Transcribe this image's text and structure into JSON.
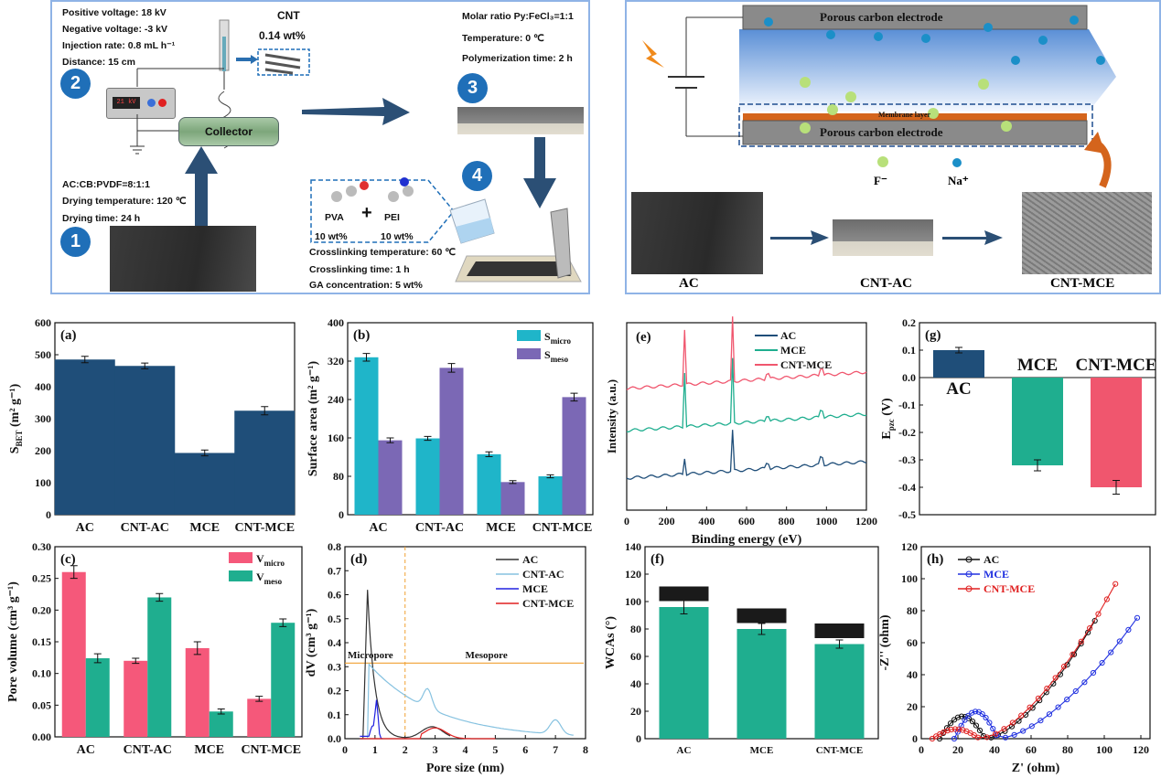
{
  "schematic_left": {
    "params_electrospin": [
      "Positive voltage: 18 kV",
      "Negative voltage: -3 kV",
      "Injection rate: 0.8 mL h⁻¹",
      "Distance: 15 cm"
    ],
    "cnt_label": "CNT",
    "cnt_wt": "0.14 wt%",
    "device_readout": "21 kV",
    "collector": "Collector",
    "params_slurry": [
      "AC:CB:PVDF=8:1:1",
      "Drying temperature: 120 ℃",
      "Drying time: 24 h"
    ],
    "params_polymer": [
      "Molar ratio Py:FeCl₃=1:1",
      "Temperature: 0 ℃",
      "Polymerization time: 2 h"
    ],
    "pva": "PVA",
    "pei": "PEI",
    "plus": "+",
    "pva_wt": "10 wt%",
    "pei_wt": "10 wt%",
    "params_crosslink": [
      "Crosslinking temperature: 60 ℃",
      "Crosslinking time: 1 h",
      "GA concentration: 5 wt%"
    ],
    "steps": [
      "1",
      "2",
      "3",
      "4"
    ]
  },
  "schematic_right": {
    "top_electrode": "Porous carbon electrode",
    "bottom_electrode": "Porous carbon electrode",
    "membrane": "Membrane layer",
    "anion": "F⁻",
    "cation": "Na⁺",
    "labels": [
      "AC",
      "CNT-AC",
      "CNT-MCE"
    ]
  },
  "chart_data": [
    {
      "id": "a",
      "panel_label": "(a)",
      "type": "bar",
      "categories": [
        "AC",
        "CNT-AC",
        "MCE",
        "CNT-MCE"
      ],
      "values": [
        485,
        465,
        193,
        325
      ],
      "errors": [
        10,
        9,
        9,
        13
      ],
      "ylabel": "S_BET (m² g⁻¹)",
      "ylim": [
        0,
        600
      ],
      "yticks": [
        "0",
        "100",
        "200",
        "300",
        "400",
        "500",
        "600"
      ],
      "color": "#1f4e79"
    },
    {
      "id": "b",
      "panel_label": "(b)",
      "type": "bar",
      "categories": [
        "AC",
        "CNT-AC",
        "MCE",
        "CNT-MCE"
      ],
      "series": [
        {
          "name": "S_micro",
          "values": [
            328,
            159,
            126,
            80
          ],
          "color": "#1fb5c9"
        },
        {
          "name": "S_meso",
          "values": [
            155,
            306,
            68,
            245
          ],
          "color": "#7b68b5"
        }
      ],
      "errors": [
        [
          8,
          4,
          5,
          3
        ],
        [
          5,
          9,
          3,
          8
        ]
      ],
      "ylabel": "Surface area (m² g⁻¹)",
      "ylim": [
        0,
        400
      ],
      "yticks": [
        "0",
        "80",
        "160",
        "240",
        "320",
        "400"
      ]
    },
    {
      "id": "e",
      "panel_label": "(e)",
      "type": "line",
      "series": [
        {
          "name": "AC",
          "color": "#1f4e79"
        },
        {
          "name": "MCE",
          "color": "#1fae8f"
        },
        {
          "name": "CNT-MCE",
          "color": "#f0566e"
        }
      ],
      "xlabel": "Binding energy (eV)",
      "ylabel": "Intensity (a.u.)",
      "xlim": [
        0,
        1200
      ],
      "xticks": [
        "0",
        "200",
        "400",
        "600",
        "800",
        "1000",
        "1200"
      ]
    },
    {
      "id": "g",
      "panel_label": "(g)",
      "type": "bar",
      "categories": [
        "AC",
        "MCE",
        "CNT-MCE"
      ],
      "values": [
        0.1,
        -0.32,
        -0.4
      ],
      "errors": [
        0.01,
        0.02,
        0.025
      ],
      "colors": [
        "#1f4e79",
        "#1fae8f",
        "#f0566e"
      ],
      "ylabel": "E_pzc (V)",
      "ylim": [
        -0.5,
        0.2
      ],
      "yticks": [
        "0.2",
        "0.1",
        "0.0",
        "-0.1",
        "-0.2",
        "-0.3",
        "-0.4",
        "-0.5"
      ]
    },
    {
      "id": "c",
      "panel_label": "(c)",
      "type": "bar",
      "categories": [
        "AC",
        "CNT-AC",
        "MCE",
        "CNT-MCE"
      ],
      "series": [
        {
          "name": "V_micro",
          "values": [
            0.26,
            0.12,
            0.14,
            0.06
          ],
          "color": "#f5587a"
        },
        {
          "name": "V_meso",
          "values": [
            0.124,
            0.22,
            0.04,
            0.18
          ],
          "color": "#1fae8f"
        }
      ],
      "errors": [
        [
          0.01,
          0.004,
          0.01,
          0.004
        ],
        [
          0.007,
          0.006,
          0.004,
          0.006
        ]
      ],
      "ylabel": "Pore volume (cm³ g⁻¹)",
      "ylim": [
        0,
        0.3
      ],
      "yticks": [
        "0.00",
        "0.05",
        "0.10",
        "0.15",
        "0.20",
        "0.25",
        "0.30"
      ]
    },
    {
      "id": "d",
      "panel_label": "(d)",
      "type": "line",
      "series": [
        {
          "name": "AC",
          "color": "#333333"
        },
        {
          "name": "CNT-AC",
          "color": "#86c2e0"
        },
        {
          "name": "MCE",
          "color": "#2020e0"
        },
        {
          "name": "CNT-MCE",
          "color": "#e02020"
        }
      ],
      "xlabel": "Pore size (nm)",
      "ylabel": "dV (cm³ g⁻¹)",
      "xlim": [
        0,
        8
      ],
      "ylim": [
        0,
        0.8
      ],
      "xticks": [
        "0",
        "1",
        "2",
        "3",
        "4",
        "5",
        "6",
        "7",
        "8"
      ],
      "yticks": [
        "0.0",
        "0.1",
        "0.2",
        "0.3",
        "0.4",
        "0.5",
        "0.6",
        "0.7",
        "0.8"
      ],
      "annotations": [
        "Micropore",
        "Mesopore"
      ]
    },
    {
      "id": "f",
      "panel_label": "(f)",
      "type": "bar",
      "categories": [
        "AC",
        "MCE",
        "CNT-MCE"
      ],
      "values": [
        96,
        80,
        69
      ],
      "errors": [
        5,
        4,
        3
      ],
      "color": "#1fae8f",
      "ylabel": "WCAs (°)",
      "ylim": [
        0,
        140
      ],
      "yticks": [
        "0",
        "20",
        "40",
        "60",
        "80",
        "100",
        "120",
        "140"
      ]
    },
    {
      "id": "h",
      "panel_label": "(h)",
      "type": "line",
      "series": [
        {
          "name": "AC",
          "color": "#111111"
        },
        {
          "name": "MCE",
          "color": "#2030e0"
        },
        {
          "name": "CNT-MCE",
          "color": "#e02020"
        }
      ],
      "xlabel": "Z' (ohm)",
      "ylabel": "-Z'' (ohm)",
      "xlim": [
        0,
        125
      ],
      "ylim": [
        0,
        120
      ],
      "xticks": [
        "0",
        "20",
        "40",
        "60",
        "80",
        "100",
        "120"
      ],
      "yticks": [
        "0",
        "20",
        "40",
        "60",
        "80",
        "100",
        "120"
      ]
    }
  ]
}
